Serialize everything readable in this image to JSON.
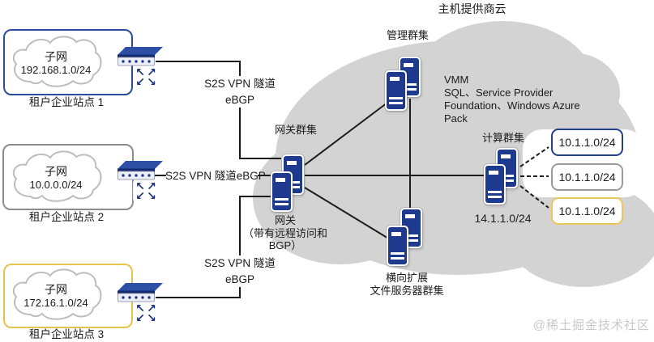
{
  "provider_cloud": {
    "title": "主机提供商云",
    "services": "VMM\nSQL、Service Provider\nFoundation、Windows Azure\nPack",
    "fill_color": "#d3d3d3"
  },
  "clusters": {
    "management": {
      "label": "管理群集"
    },
    "gateway_cluster": {
      "label": "网关群集"
    },
    "gateway": {
      "label": "网关\n（带有远程访问和\nBGP）"
    },
    "compute": {
      "label": "计算群集",
      "subnet": "14.1.1.0/24"
    },
    "file_server": {
      "label": "横向扩展\n文件服务器群集"
    }
  },
  "vpn_tunnels": [
    {
      "label": "S2S VPN 隧道\neBGP"
    },
    {
      "label": "S2S VPN 隧道eBGP"
    },
    {
      "label": "S2S VPN 隧道\neBGP"
    }
  ],
  "sites": [
    {
      "cloud_title": "子网",
      "subnet": "192.168.1.0/24",
      "label": "租户企业站点 1",
      "border_color": "#2e4d9e"
    },
    {
      "cloud_title": "子网",
      "subnet": "10.0.0.0/24",
      "label": "租户企业站点 2",
      "border_color": "#8c8c8c"
    },
    {
      "cloud_title": "子网",
      "subnet": "172.16.1.0/24",
      "label": "租户企业站点 3",
      "border_color": "#e6c34d"
    }
  ],
  "compute_subnets": [
    {
      "label": "10.1.1.0/24",
      "border_color": "#23408f"
    },
    {
      "label": "10.1.1.0/24",
      "border_color": "#9a9a9a"
    },
    {
      "label": "10.1.1.0/24",
      "border_color": "#ecc65c"
    }
  ],
  "icons": {
    "router": "switch-icon",
    "vpn_routing": "four-arrows-icon",
    "server": "server-icon",
    "arrow_nw": "↖",
    "arrow_ne": "↗",
    "arrow_sw": "↙",
    "arrow_se": "↘"
  },
  "colors": {
    "server_fill": "#1e3a8f",
    "line": "#1c1c1c"
  },
  "watermark": "@稀土掘金技术社区"
}
